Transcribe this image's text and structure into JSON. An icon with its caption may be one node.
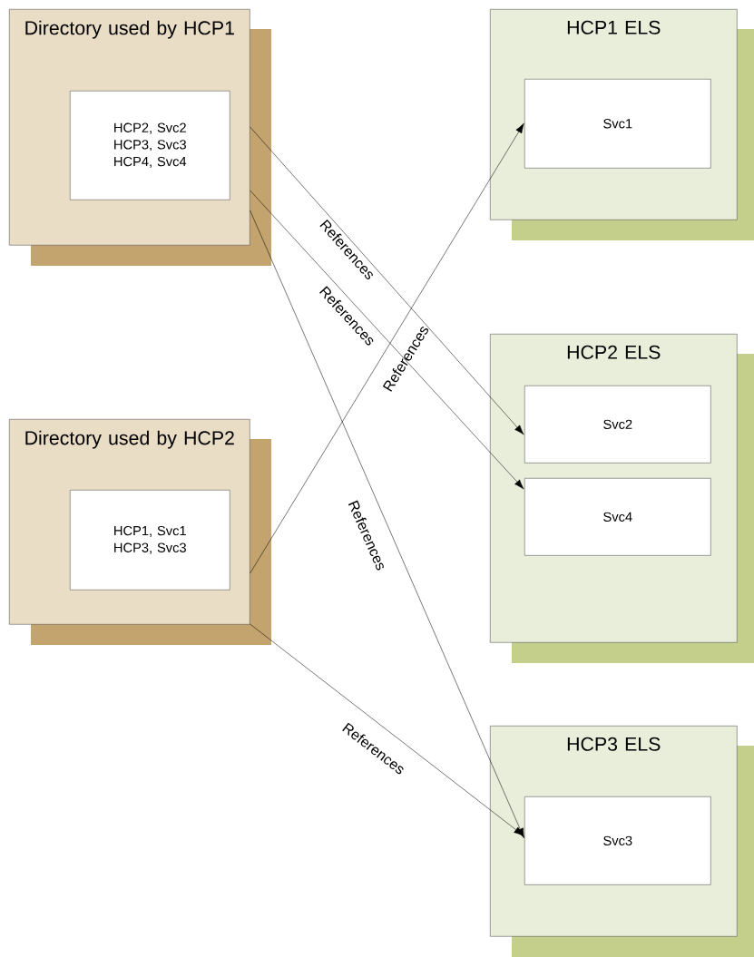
{
  "diagram": {
    "nodes": [
      {
        "text": [
          "Directory used by HCP1"
        ]
      },
      {
        "text": [
          "HCP2, Svc2 HCP3, Svc3 HCP4, Svc4"
        ],
        "in": 0
      },
      {
        "text": [
          "Directory used by HCP2"
        ]
      },
      {
        "text": [
          "HCP1, Svc1 HCP3, Svc3"
        ],
        "in": 2
      },
      {
        "text": [
          "HCP1 ELS"
        ]
      },
      {
        "text": [
          "Svc1"
        ],
        "in": 4
      },
      {
        "text": [
          "HCP2 ELS"
        ]
      },
      {
        "text": [
          "Svc2"
        ],
        "in": 6
      },
      {
        "text": [
          "Svc4"
        ],
        "in": 6
      },
      {
        "text": [
          "HCP3 ELS"
        ]
      },
      {
        "text": [
          "Svc3"
        ],
        "in": 9
      }
    ],
    "edges": [
      {
        "from": 0,
        "to": 7,
        "arrow": "to",
        "label": "References"
      },
      {
        "from": 0,
        "to": 8,
        "arrow": "to",
        "label": "References"
      },
      {
        "from": 0,
        "to": 10,
        "arrow": "to",
        "label": "References"
      },
      {
        "from": 2,
        "to": 5,
        "arrow": "to",
        "label": "References"
      },
      {
        "from": 2,
        "to": 10,
        "arrow": "to",
        "label": "References"
      }
    ]
  }
}
